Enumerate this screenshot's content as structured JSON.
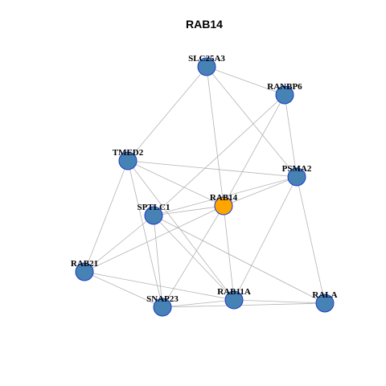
{
  "title": "RAB14",
  "colors": {
    "node_default": "#4682B4",
    "node_center": "#FFA500",
    "edge": "#B3B3B3",
    "node_border": "#1A3ACC"
  },
  "nodes": [
    {
      "id": "SLC25A3",
      "label": "SLC25A3",
      "center": false
    },
    {
      "id": "RANBP6",
      "label": "RANBP6",
      "center": false
    },
    {
      "id": "TMED2",
      "label": "TMED2",
      "center": false
    },
    {
      "id": "PSMA2",
      "label": "PSMA2",
      "center": false
    },
    {
      "id": "RAB14",
      "label": "RAB14",
      "center": true
    },
    {
      "id": "SPTLC1",
      "label": "SPTLC1",
      "center": false
    },
    {
      "id": "RAB21",
      "label": "RAB21",
      "center": false
    },
    {
      "id": "RAB11A",
      "label": "RAB11A",
      "center": false
    },
    {
      "id": "SNAP23",
      "label": "SNAP23",
      "center": false
    },
    {
      "id": "RALA",
      "label": "RALA",
      "center": false
    }
  ],
  "edges": [
    [
      "SLC25A3",
      "RANBP6"
    ],
    [
      "SLC25A3",
      "TMED2"
    ],
    [
      "SLC25A3",
      "PSMA2"
    ],
    [
      "SLC25A3",
      "RAB14"
    ],
    [
      "RANBP6",
      "PSMA2"
    ],
    [
      "RANBP6",
      "RAB14"
    ],
    [
      "RANBP6",
      "SPTLC1"
    ],
    [
      "TMED2",
      "PSMA2"
    ],
    [
      "TMED2",
      "RAB14"
    ],
    [
      "TMED2",
      "RAB21"
    ],
    [
      "TMED2",
      "SNAP23"
    ],
    [
      "TMED2",
      "RAB11A"
    ],
    [
      "PSMA2",
      "RAB14"
    ],
    [
      "PSMA2",
      "SPTLC1"
    ],
    [
      "PSMA2",
      "RAB11A"
    ],
    [
      "PSMA2",
      "RALA"
    ],
    [
      "RAB14",
      "SPTLC1"
    ],
    [
      "RAB14",
      "RAB21"
    ],
    [
      "RAB14",
      "SNAP23"
    ],
    [
      "RAB14",
      "RAB11A"
    ],
    [
      "SPTLC1",
      "RAB21"
    ],
    [
      "SPTLC1",
      "SNAP23"
    ],
    [
      "SPTLC1",
      "RAB11A"
    ],
    [
      "SPTLC1",
      "RALA"
    ],
    [
      "RAB21",
      "SNAP23"
    ],
    [
      "RAB21",
      "RAB11A"
    ],
    [
      "SNAP23",
      "RAB11A"
    ],
    [
      "SNAP23",
      "RALA"
    ],
    [
      "RAB11A",
      "RALA"
    ]
  ]
}
